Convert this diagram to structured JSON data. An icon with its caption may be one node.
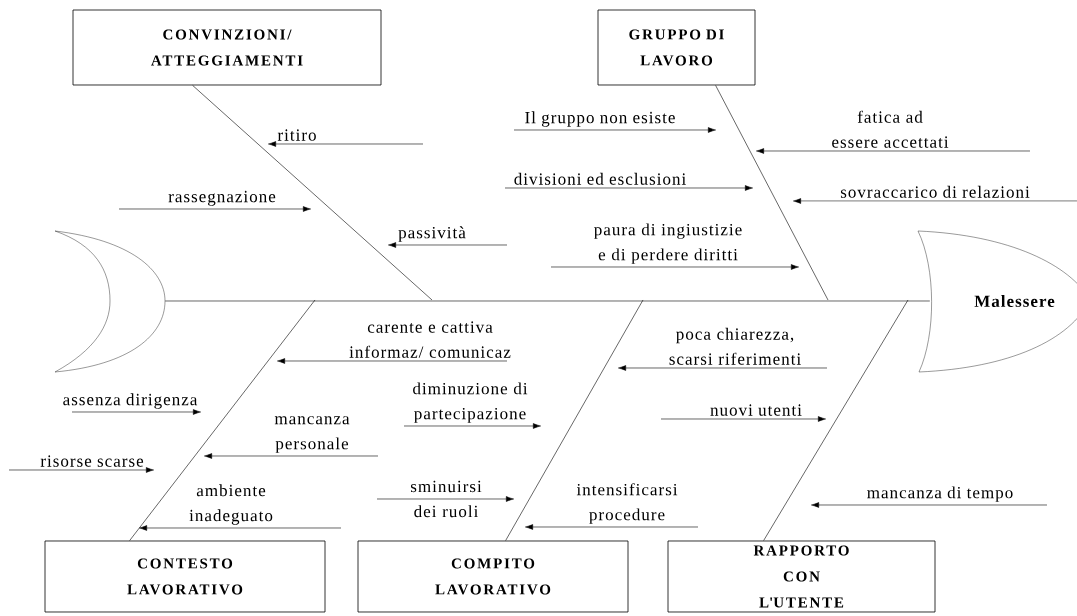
{
  "diagram": {
    "nodes": [
      {
        "text": [
          "CONVINZIONI/ ATTEGGIAMENTI"
        ]
      },
      {
        "text": [
          "GRUPPO DI LAVORO"
        ]
      },
      {
        "text": [],
        "shape": "crescent"
      },
      {
        "text": [
          "Malessere"
        ]
      },
      {
        "text": [
          "CONTESTO LAVORATIVO"
        ]
      },
      {
        "text": [
          "COMPITO LAVORATIVO"
        ]
      },
      {
        "text": [
          "RAPPORTO CON L'UTENTE"
        ]
      }
    ],
    "edges": [
      {
        "from": 2,
        "to": 3,
        "arrow": "none"
      },
      {
        "from": 0,
        "to": null,
        "arrow": "none"
      },
      {
        "from": 1,
        "to": null,
        "arrow": "none"
      },
      {
        "from": 4,
        "to": null,
        "arrow": "none"
      },
      {
        "from": 5,
        "to": null,
        "arrow": "none"
      },
      {
        "from": 6,
        "to": null,
        "arrow": "none"
      }
    ],
    "labels": [
      "ritiro",
      "Il gruppo non esiste",
      "fatica ad essere accettati",
      "divisioni ed esclusioni",
      "rassegnazione",
      "sovraccarico di relazioni",
      "passività",
      "paura di ingiustizie e di perdere diritti",
      "carente e cattiva informaz/ comunicaz",
      "poca chiarezza, scarsi riferimenti",
      "diminuzione di partecipazione",
      "assenza dirigenza",
      "nuovi utenti",
      "mancanza personale",
      "risorse scarse",
      "mancanza di tempo",
      "ambiente inadeguato",
      "sminuirsi dei ruoli",
      "intensificarsi procedure"
    ]
  }
}
